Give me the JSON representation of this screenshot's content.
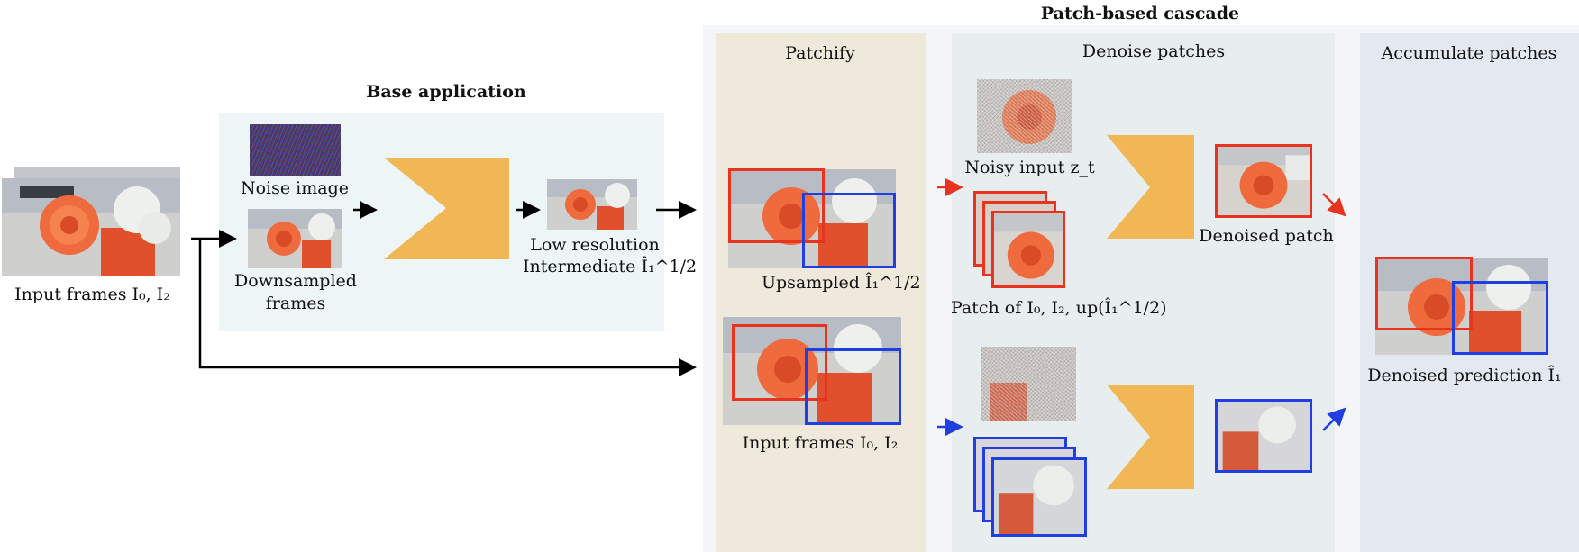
{
  "titles": {
    "cascade": "Patch-based cascade",
    "base": "Base application"
  },
  "sections": {
    "patchify": "Patchify",
    "denoise": "Denoise patches",
    "accumulate": "Accumulate patches"
  },
  "labels": {
    "input_frames_left": "Input frames I₀, I₂",
    "noise_image": "Noise image",
    "downsampled_1": "Downsampled",
    "downsampled_2": "frames",
    "lowres_1": "Low resolution",
    "lowres_2": "Intermediate Î₁^1/2",
    "upsampled": "Upsampled Î₁^1/2",
    "input_frames_patchify": "Input frames I₀, I₂",
    "noisy_input": "Noisy input z_t",
    "patch_of": "Patch of I₀, I₂, up(Î₁^1/2)",
    "denoised_patch": "Denoised patch",
    "denoised_prediction": "Denoised prediction Î₁"
  },
  "colors": {
    "patchify_bg": "#efe9dc",
    "denoise_bg": "#e8eef0",
    "accumulate_bg": "#e4e9f1",
    "cascade_bg": "#f3f5f9",
    "base_bg": "#eef5f6",
    "unet": "#f1b754",
    "red": "#e8331f",
    "blue": "#1f3fe0"
  },
  "icons": {
    "unet": "hourglass-unet-icon",
    "photo": "rose-photo-icon"
  }
}
